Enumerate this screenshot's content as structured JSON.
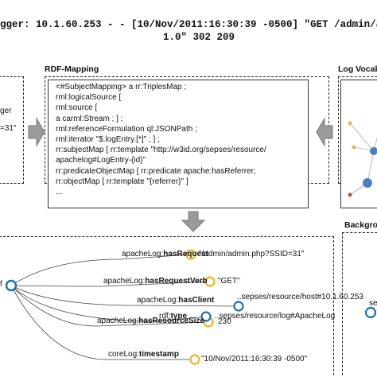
{
  "log": {
    "line1": "gger: 10.1.60.253 - - [10/Nov/2011:16:30:39 -0500] \"GET /admin/a",
    "line2": "1.0\" 302 209"
  },
  "left_panel": {
    "line1": "ger",
    "line2": "=31\""
  },
  "rdf_mapping": {
    "title": "RDF-Mapping",
    "code": [
      "<#SubjectMapping> a rr:TriplesMap ;",
      "  rml:logicalSource [",
      "    rml:source [",
      "      a carml:Stream ; ] ;",
      "    rml:referenceFormulation ql:JSONPath ;",
      "    rml:iterator \"$.logEntry.[*]\" ;  ] ;",
      "  rr:subjectMap [ rr:template \"http://w3id.org/sepses/resource/",
      "  apachelog#LogEntry-{id}\"",
      "  rr:predicateObjectMap [ rr:predicate apache:hasReferrer;",
      "  rr:objectMap  [ rr:template \"{referrer}\" ]",
      "  ..."
    ]
  },
  "log_vocab": {
    "title": "Log Vocab"
  },
  "background": {
    "title": "Backgro",
    "node_text": "se"
  },
  "graph": {
    "subject_label": "f",
    "edges": [
      {
        "prefix": "apacheLog:",
        "predicate": "hasRequest",
        "object": "\"/admin/admin.php?SSID=31\""
      },
      {
        "prefix": "apacheLog:",
        "predicate": "hasRequestVerb",
        "object": "\"GET\""
      },
      {
        "prefix": "apacheLog:",
        "predicate": "hasClient",
        "object": "..sepses/resource/host#10.1.60.253"
      },
      {
        "prefix": "apacheLog:",
        "predicate": "hasResourceSize",
        "object": "230"
      },
      {
        "prefix": "rdf:",
        "predicate": "type",
        "object": "..sepses/resource/log#ApacheLog"
      },
      {
        "prefix": "coreLog:",
        "predicate": "timestamp",
        "object": "\"10/Nov/2011:16:30:39 -0500\""
      }
    ]
  },
  "colors": {
    "literal_node": "#f2b51c",
    "resource_node": "#1f6fb5",
    "arrow": "#9a9a9a",
    "border": "#222222"
  }
}
